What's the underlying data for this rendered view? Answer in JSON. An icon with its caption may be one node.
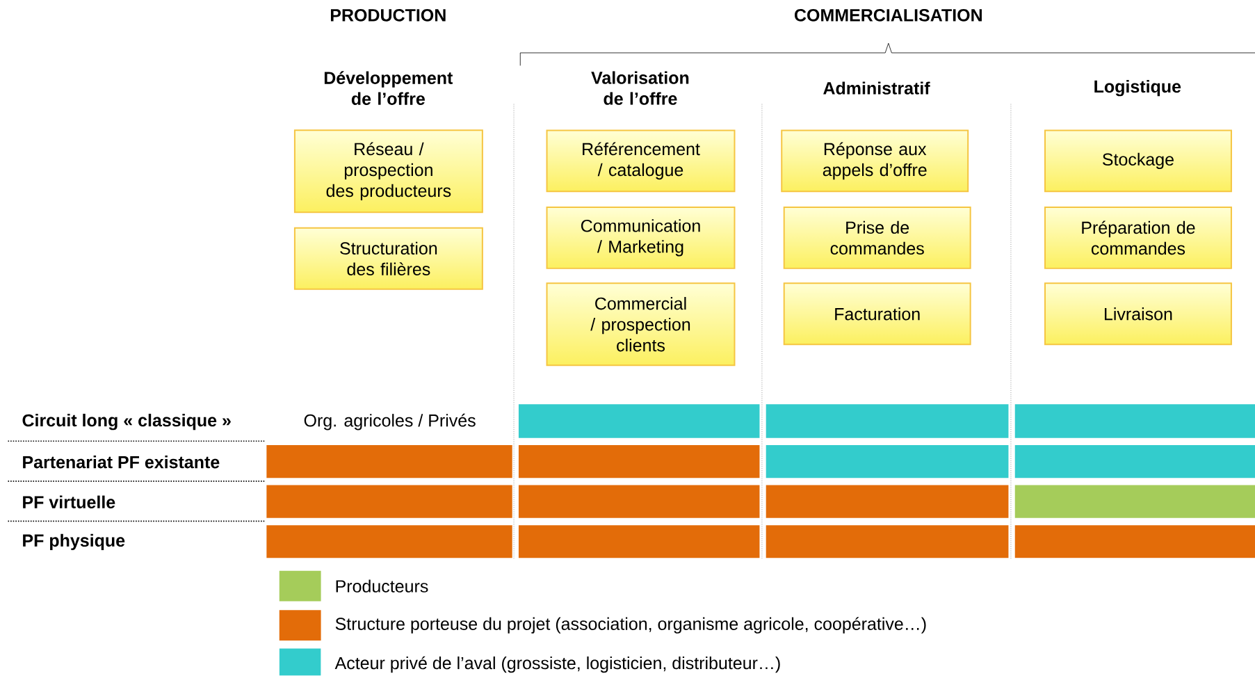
{
  "diagram": {
    "nodes": [
      {
        "text": [
          "Réseau / prospection des producteurs"
        ]
      },
      {
        "text": [
          "Structuration des filières"
        ]
      },
      {
        "text": [
          "Référencement / catalogue"
        ]
      },
      {
        "text": [
          "Communication / Marketing"
        ]
      },
      {
        "text": [
          "Commercial / prospection clients"
        ]
      },
      {
        "text": [
          "Réponse aux appels d’offre"
        ]
      },
      {
        "text": [
          "Prise de commandes"
        ]
      },
      {
        "text": [
          "Facturation"
        ]
      },
      {
        "text": [
          "Stockage"
        ]
      },
      {
        "text": [
          "Préparation de commandes"
        ]
      },
      {
        "text": [
          "Livraison"
        ]
      },
      {
        "text": [],
        "shape": "bar"
      },
      {
        "text": [],
        "shape": "bar"
      },
      {
        "text": [],
        "shape": "bar"
      },
      {
        "text": [],
        "shape": "bar"
      },
      {
        "text": [],
        "shape": "bar"
      },
      {
        "text": [],
        "shape": "bar"
      },
      {
        "text": [],
        "shape": "bar"
      },
      {
        "text": [],
        "shape": "bar"
      },
      {
        "text": [],
        "shape": "bar"
      },
      {
        "text": [],
        "shape": "bar"
      },
      {
        "text": [],
        "shape": "bar"
      },
      {
        "text": [],
        "shape": "bar"
      },
      {
        "text": [],
        "shape": "bar"
      },
      {
        "text": [],
        "shape": "bar"
      },
      {
        "text": [],
        "shape": "bar"
      }
    ],
    "labels": [
      "PRODUCTION",
      "COMMERCIALISATION",
      "Développement de l’offre",
      "Valorisation de l’offre",
      "Administratif",
      "Logistique",
      "Circuit long « classique »",
      "Org. agricoles / Privés",
      "Partenariat PF existante",
      "PF virtuelle",
      "PF physique"
    ],
    "legend": [
      {
        "text": "Producteurs",
        "color": "#a5cc5a"
      },
      {
        "text": "Structure porteuse du projet (association, organisme agricole, coopérative…)",
        "color": "#e36c09"
      },
      {
        "text": "Acteur privé de l’aval (grossiste, logisticien, distributeur…)",
        "color": "#33cccc"
      }
    ]
  }
}
